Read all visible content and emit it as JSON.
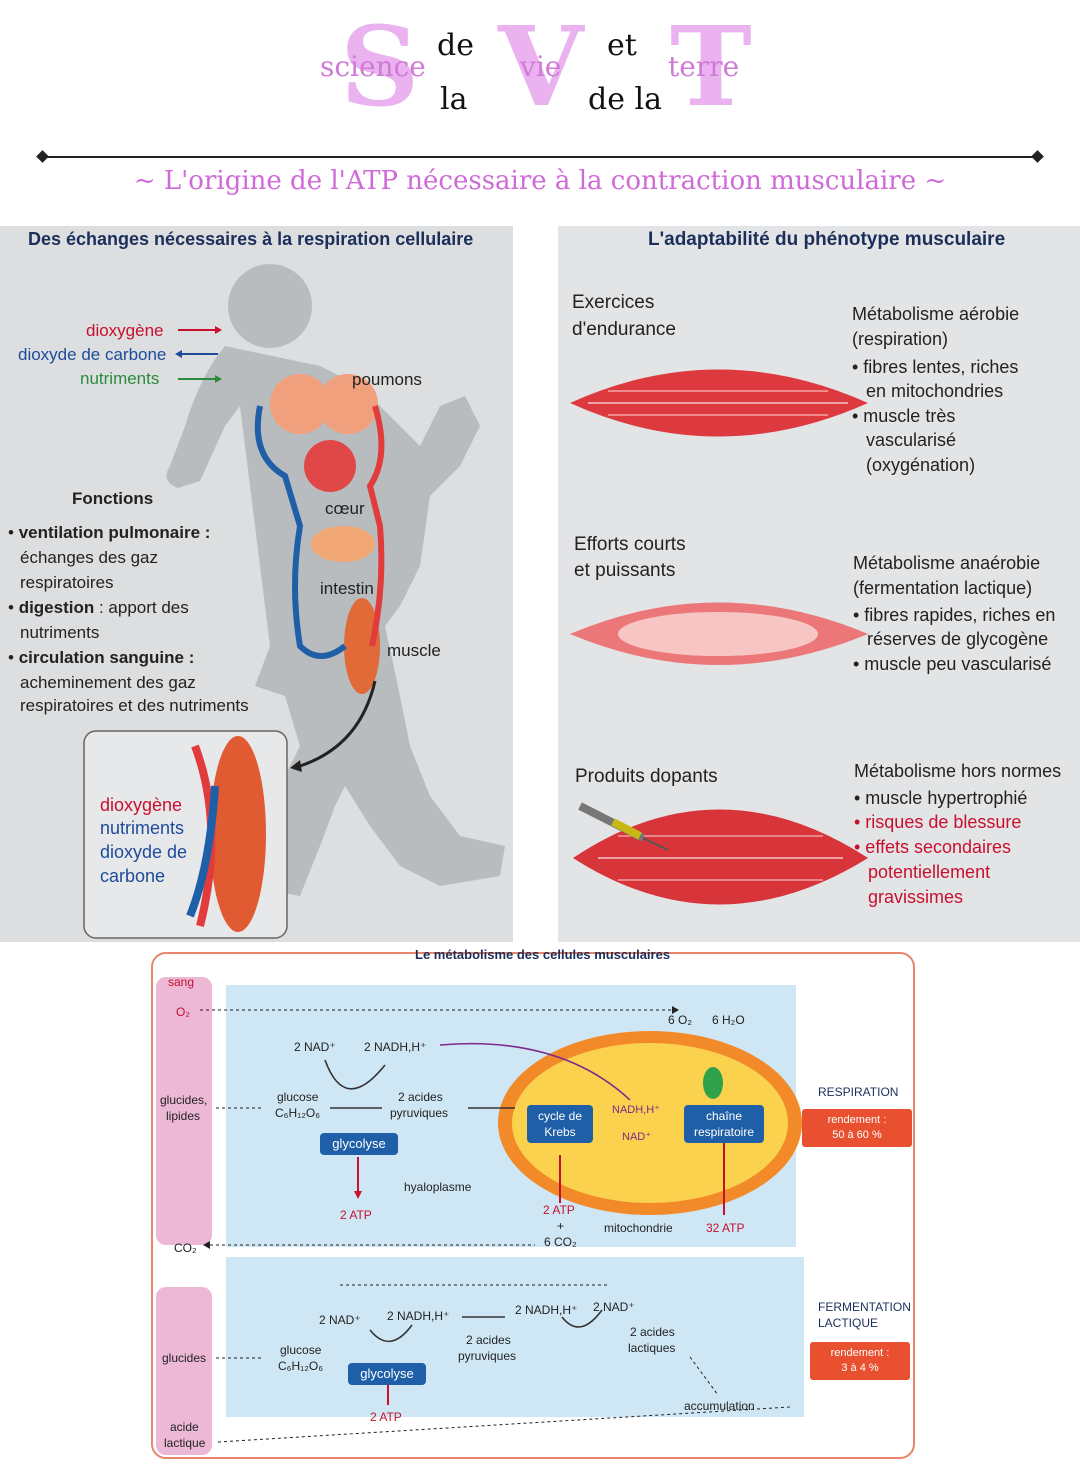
{
  "header": {
    "letters": {
      "s": "S",
      "v": "V",
      "t": "T"
    },
    "words": {
      "science": "science",
      "vie": "vie",
      "terre": "terre",
      "de": "de",
      "la": "la",
      "et": "et",
      "dela": "de la"
    },
    "subtitle": "~ L'origine de l'ATP nécessaire à la contraction musculaire ~"
  },
  "left_panel": {
    "title": "Des échanges nécessaires à la respiration cellulaire",
    "legend": {
      "o2": "dioxygène",
      "co2": "dioxyde de carbone",
      "nutrients": "nutriments"
    },
    "organs": {
      "lungs": "poumons",
      "heart": "cœur",
      "intestine": "intestin",
      "muscle": "muscle"
    },
    "functions_title": "Fonctions",
    "functions": [
      {
        "name": "ventilation pulmonaire :",
        "desc1": "échanges des gaz",
        "desc2": "respiratoires"
      },
      {
        "name": "digestion",
        "desc1": " : apport des",
        "desc2": "nutriments"
      },
      {
        "name": "circulation sanguine :",
        "desc1": "acheminement des gaz",
        "desc2": "respiratoires et des nutriments"
      }
    ],
    "inset": {
      "o2": "dioxygène",
      "nutrients": "nutriments",
      "co2_1": "dioxyde de",
      "co2_2": "carbone"
    }
  },
  "right_panel": {
    "title": "L'adaptabilité du phénotype musculaire",
    "rows": [
      {
        "left1": "Exercices",
        "left2": "d'endurance",
        "head1": "Métabolisme aérobie",
        "head2": "(respiration)",
        "b1a": "• fibres lentes, riches",
        "b1b": "en mitochondries",
        "b2a": "• muscle très",
        "b2b": "vascularisé",
        "b2c": "(oxygénation)"
      },
      {
        "left1": "Efforts courts",
        "left2": "et puissants",
        "head1": "Métabolisme anaérobie",
        "head2": "(fermentation lactique)",
        "b1a": "• fibres rapides, riches en",
        "b1b": "réserves de glycogène",
        "b2a": "• muscle peu vascularisé"
      },
      {
        "left1": "Produits dopants",
        "head1": "Métabolisme hors normes",
        "b1a": "• muscle hypertrophié",
        "b2a": "• risques de blessure",
        "b3a": "• effets secondaires",
        "b3b": "potentiellement",
        "b3c": "gravissimes"
      }
    ]
  },
  "bottom_panel": {
    "title": "Le métabolisme des cellules musculaires",
    "blood": {
      "sang": "sang",
      "o2": "O₂",
      "glucides_lipides1": "glucides,",
      "glucides_lipides2": "lipides",
      "co2": "CO₂",
      "glucides": "glucides",
      "acide1": "acide",
      "acide2": "lactique"
    },
    "respiration": {
      "nad": "2 NAD⁺",
      "nadh": "2 NADH,H⁺",
      "glucose": "glucose",
      "formula": "C₆H₁₂O₆",
      "pyruv1": "2 acides",
      "pyruv2": "pyruviques",
      "glycolyse": "glycolyse",
      "atp_glyco": "2 ATP",
      "hyalo": "hyaloplasme",
      "krebs1": "cycle de",
      "krebs2": "Krebs",
      "mito_nadh": "NADH,H⁺",
      "mito_nad": "NAD⁺",
      "chain1": "chaîne",
      "chain2": "respiratoire",
      "o2": "6 O₂",
      "h2o": "6 H₂O",
      "atp_krebs": "2 ATP",
      "plus": "+",
      "co2": "6 CO₂",
      "mito": "mitochondrie",
      "atp_chain": "32 ATP",
      "label": "RESPIRATION",
      "yield1": "rendement :",
      "yield2": "50 à 60 %"
    },
    "fermentation": {
      "nad": "2 NAD⁺",
      "nadh": "2 NADH,H⁺",
      "nadh2": "2 NADH,H⁺",
      "nad2": "2 NAD⁺",
      "glucose": "glucose",
      "formula": "C₆H₁₂O₆",
      "glycolyse": "glycolyse",
      "atp": "2 ATP",
      "pyruv1": "2 acides",
      "pyruv2": "pyruviques",
      "lact1": "2 acides",
      "lact2": "lactiques",
      "accum": "accumulation",
      "label1": "FERMENTATION",
      "label2": "LACTIQUE",
      "yield1": "rendement :",
      "yield2": "3 à 4 %"
    }
  },
  "colors": {
    "accent_pink": "#cf6ad8",
    "logo_pink": "#eab3f0",
    "title_blue": "#1c2f5a",
    "o2_red": "#c8102e",
    "co2_blue": "#1e4b9a",
    "nutrient_green": "#2e8b3e"
  }
}
